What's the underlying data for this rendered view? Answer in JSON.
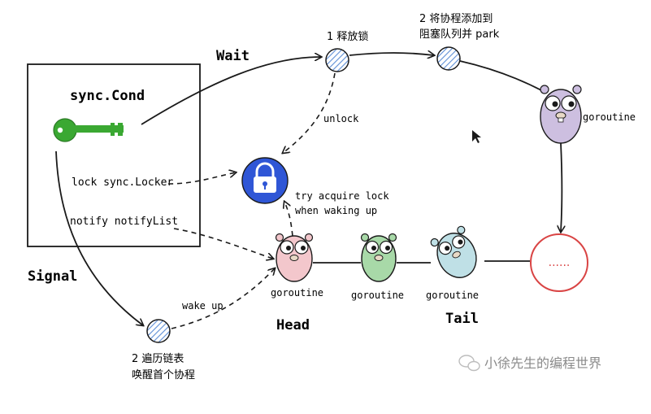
{
  "labels": {
    "sync_cond": "sync.Cond",
    "lock_field": "lock sync.Locker",
    "notify_field": "notify notifyList",
    "wait": "Wait",
    "signal": "Signal",
    "step1": "1 释放锁",
    "step2_line1": "2 将协程添加到",
    "step2_line2": "阻塞队列并 park",
    "unlock": "unlock",
    "try_line1": "try acquire lock",
    "try_line2": "when waking up",
    "wake_up": "wake up",
    "head": "Head",
    "tail": "Tail",
    "traverse_line1": "2 遍历链表",
    "traverse_line2": "唤醒首个协程",
    "ellipsis": "......",
    "goroutine_waiting": "goroutine",
    "goroutine_head": "goroutine",
    "goroutine_mid": "goroutine",
    "goroutine_tail": "goroutine",
    "watermark": "小徐先生的编程世界"
  },
  "colors": {
    "gopher_purple": "#cdbfe0",
    "gopher_pink": "#f3c7cc",
    "gopher_green": "#a8d9a8",
    "gopher_blue": "#bfe0e6",
    "lock_blue": "#2f56d6",
    "key_green": "#3aa832",
    "ellipsis_red": "#d94444",
    "hatch_blue": "#5e8fd6"
  }
}
